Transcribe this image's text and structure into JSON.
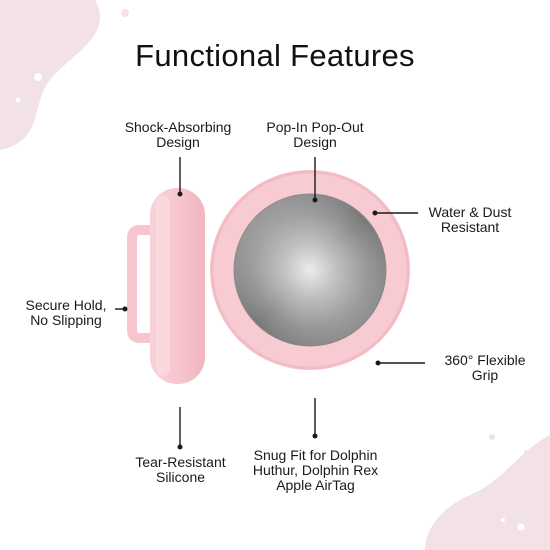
{
  "title": "Functional Features",
  "colors": {
    "accent_pink": "#f8cbd3",
    "blob_pink": "#f2e1e4",
    "metal_light": "#d8d8d8",
    "metal_dark": "#7a7a7a",
    "line": "#1a1a1a"
  },
  "features": {
    "shock_absorbing": [
      "Shock-Absorbing",
      "Design"
    ],
    "pop_in": [
      "Pop-In Pop-Out",
      "Design"
    ],
    "water_dust": [
      "Water & Dust",
      "Resistant"
    ],
    "secure_hold": [
      "Secure Hold,",
      "No Slipping"
    ],
    "flexible_grip": [
      "360° Flexible",
      "Grip"
    ],
    "tear_resistant": [
      "Tear-Resistant",
      "Silicone"
    ],
    "snug_fit": [
      "Snug Fit for Dolphin",
      "Huthur, Dolphin Rex",
      "Apple AirTag"
    ]
  }
}
